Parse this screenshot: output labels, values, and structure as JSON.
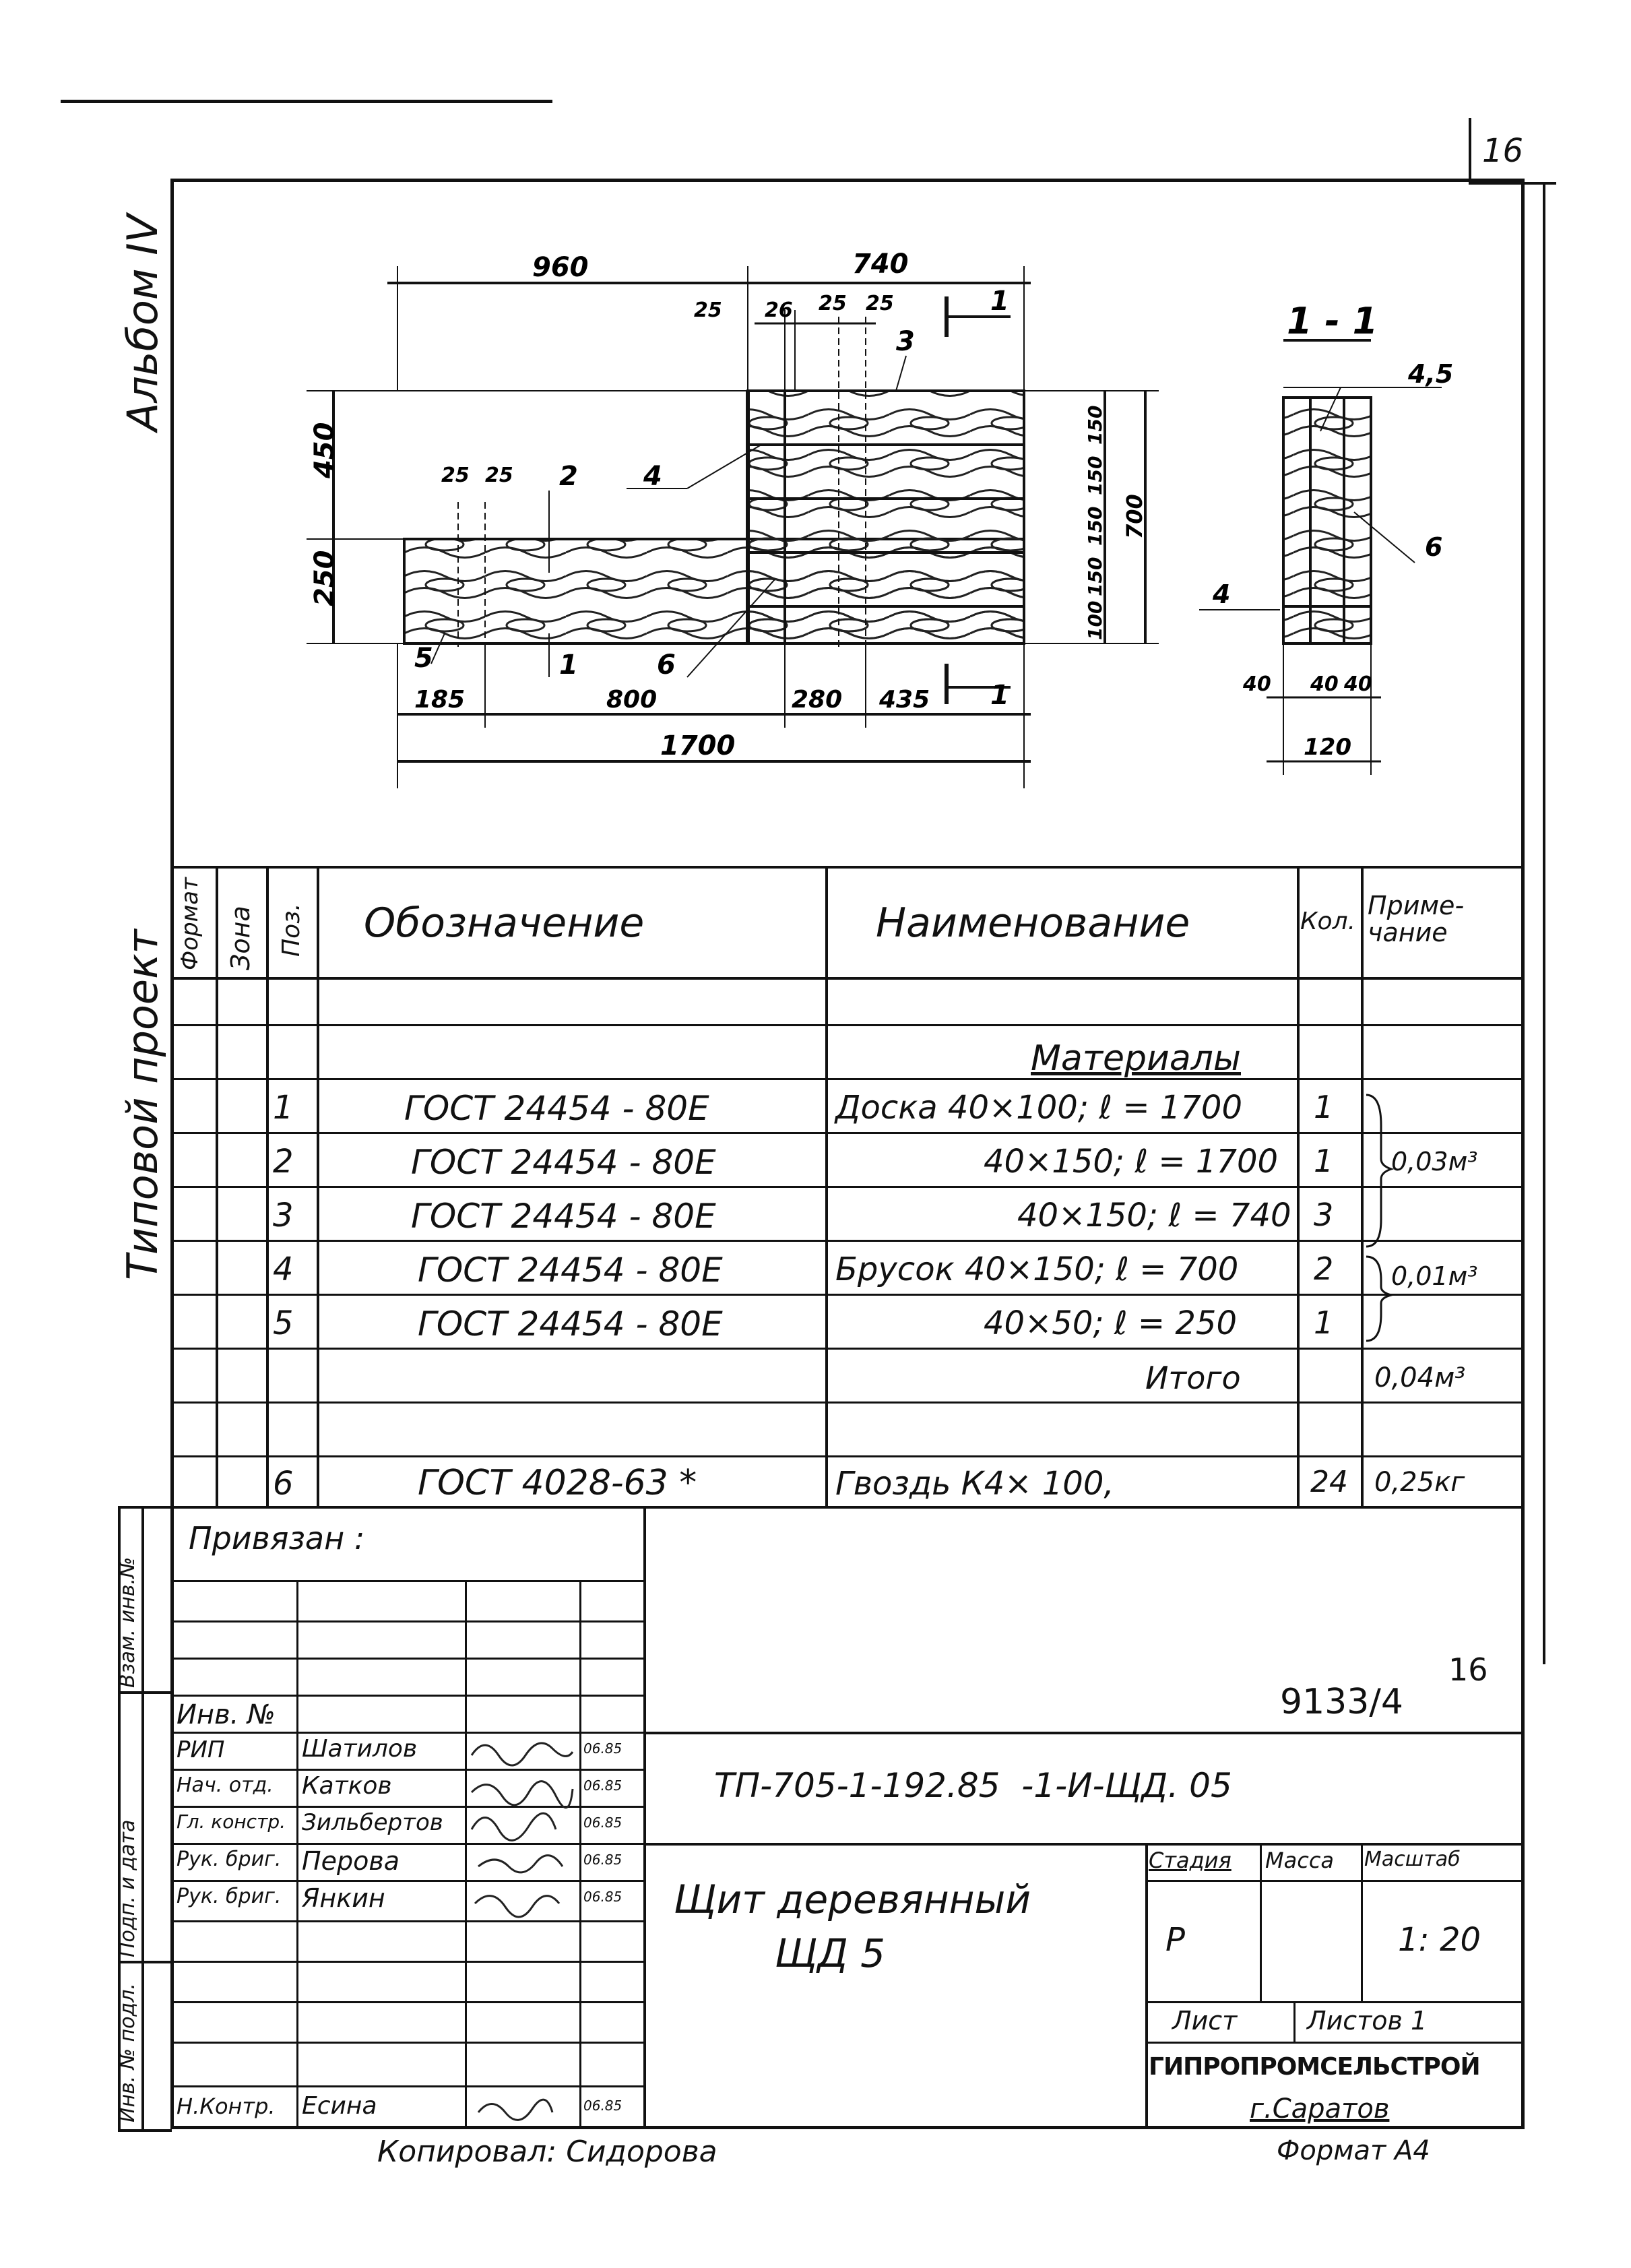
{
  "sheet_number": "16",
  "side_labels": {
    "album": "Альбом IV",
    "project": "Типовой проект",
    "vzam": "Взам. инв.№",
    "podp": "Подп. и дата",
    "inv": "Инв. № подл."
  },
  "drawing": {
    "dims": {
      "d960": "960",
      "d740": "740",
      "d25a": "25",
      "d26": "26",
      "d25b": "25",
      "d25c": "25",
      "d450": "450",
      "d250": "250",
      "d25d": "25",
      "d25e": "25",
      "d150a": "150",
      "d150b": "150",
      "d150c": "150",
      "d150d": "150",
      "d100": "100",
      "d700": "700",
      "d185": "185",
      "d800": "800",
      "d280": "280",
      "d435": "435",
      "d1700": "1700",
      "s40a": "40",
      "s40b": "40",
      "s40c": "40",
      "s120": "120"
    },
    "callouts": {
      "c1a": "1",
      "c1b": "1",
      "c1c": "1",
      "c2": "2",
      "c3": "3",
      "c4": "4",
      "c5": "5",
      "c6": "6",
      "s45": "4,5",
      "s6": "6",
      "s4": "4"
    },
    "section_label": "1 - 1"
  },
  "spec": {
    "headers": {
      "format": "Формат",
      "zone": "Зона",
      "pos": "Поз.",
      "designation": "Обозначение",
      "name": "Наименование",
      "qty": "Кол.",
      "note": "Приме-чание"
    },
    "section_title": "Материалы",
    "rows": [
      {
        "pos": "1",
        "designation": "ГОСТ 24454 - 80Е",
        "name": "Доска 40×100; ℓ = 1700",
        "qty": "1",
        "note": ""
      },
      {
        "pos": "2",
        "designation": "ГОСТ 24454 - 80Е",
        "name": "40×150; ℓ = 1700",
        "qty": "1",
        "note": "0,03м³"
      },
      {
        "pos": "3",
        "designation": "ГОСТ 24454 - 80Е",
        "name": "40×150; ℓ = 740",
        "qty": "3",
        "note": ""
      },
      {
        "pos": "4",
        "designation": "ГОСТ 24454 - 80Е",
        "name": "Брусок 40×150; ℓ = 700",
        "qty": "2",
        "note": "0,01м³"
      },
      {
        "pos": "5",
        "designation": "ГОСТ 24454 - 80Е",
        "name": "40×50; ℓ = 250",
        "qty": "1",
        "note": ""
      }
    ],
    "total_label": "Итого",
    "total_value": "0,04м³",
    "row6": {
      "pos": "6",
      "designation": "ГОСТ 4028-63 *",
      "name": "Гвоздь К4× 100,",
      "qty": "24",
      "note": "0,25кг"
    }
  },
  "title_block": {
    "privyazan": "Привязан :",
    "inv_no": "Инв. №",
    "order_no": "9133/4",
    "order_page": "16",
    "doc_code": "ТП-705-1-192.85  -1-И-ЩД. 05",
    "title1": "Щит деревянный",
    "title2": "ЩД 5",
    "stage_h": "Стадия",
    "mass_h": "Масса",
    "scale_h": "Масштаб",
    "stage": "Р",
    "scale": "1: 20",
    "sheet_h": "Лист",
    "sheets_h": "Листов 1",
    "org": "ГИПРОПРОМСЕЛЬСТРОЙ",
    "city": "г.Саратов",
    "people": [
      {
        "role": "РИП",
        "name": "Шатилов",
        "date": "06.85"
      },
      {
        "role": "Нач. отд.",
        "name": "Катков",
        "date": "06.85"
      },
      {
        "role": "Гл. констр.",
        "name": "Зильбертов",
        "date": "06.85"
      },
      {
        "role": "Рук. бриг.",
        "name": "Перова",
        "date": "06.85"
      },
      {
        "role": "Рук. бриг.",
        "name": "Янкин",
        "date": "06.85"
      }
    ],
    "nkontr": {
      "role": "Н.Контр.",
      "name": "Есина",
      "date": "06.85"
    },
    "copied": "Копировал: Сидорова",
    "format": "Формат А4"
  }
}
